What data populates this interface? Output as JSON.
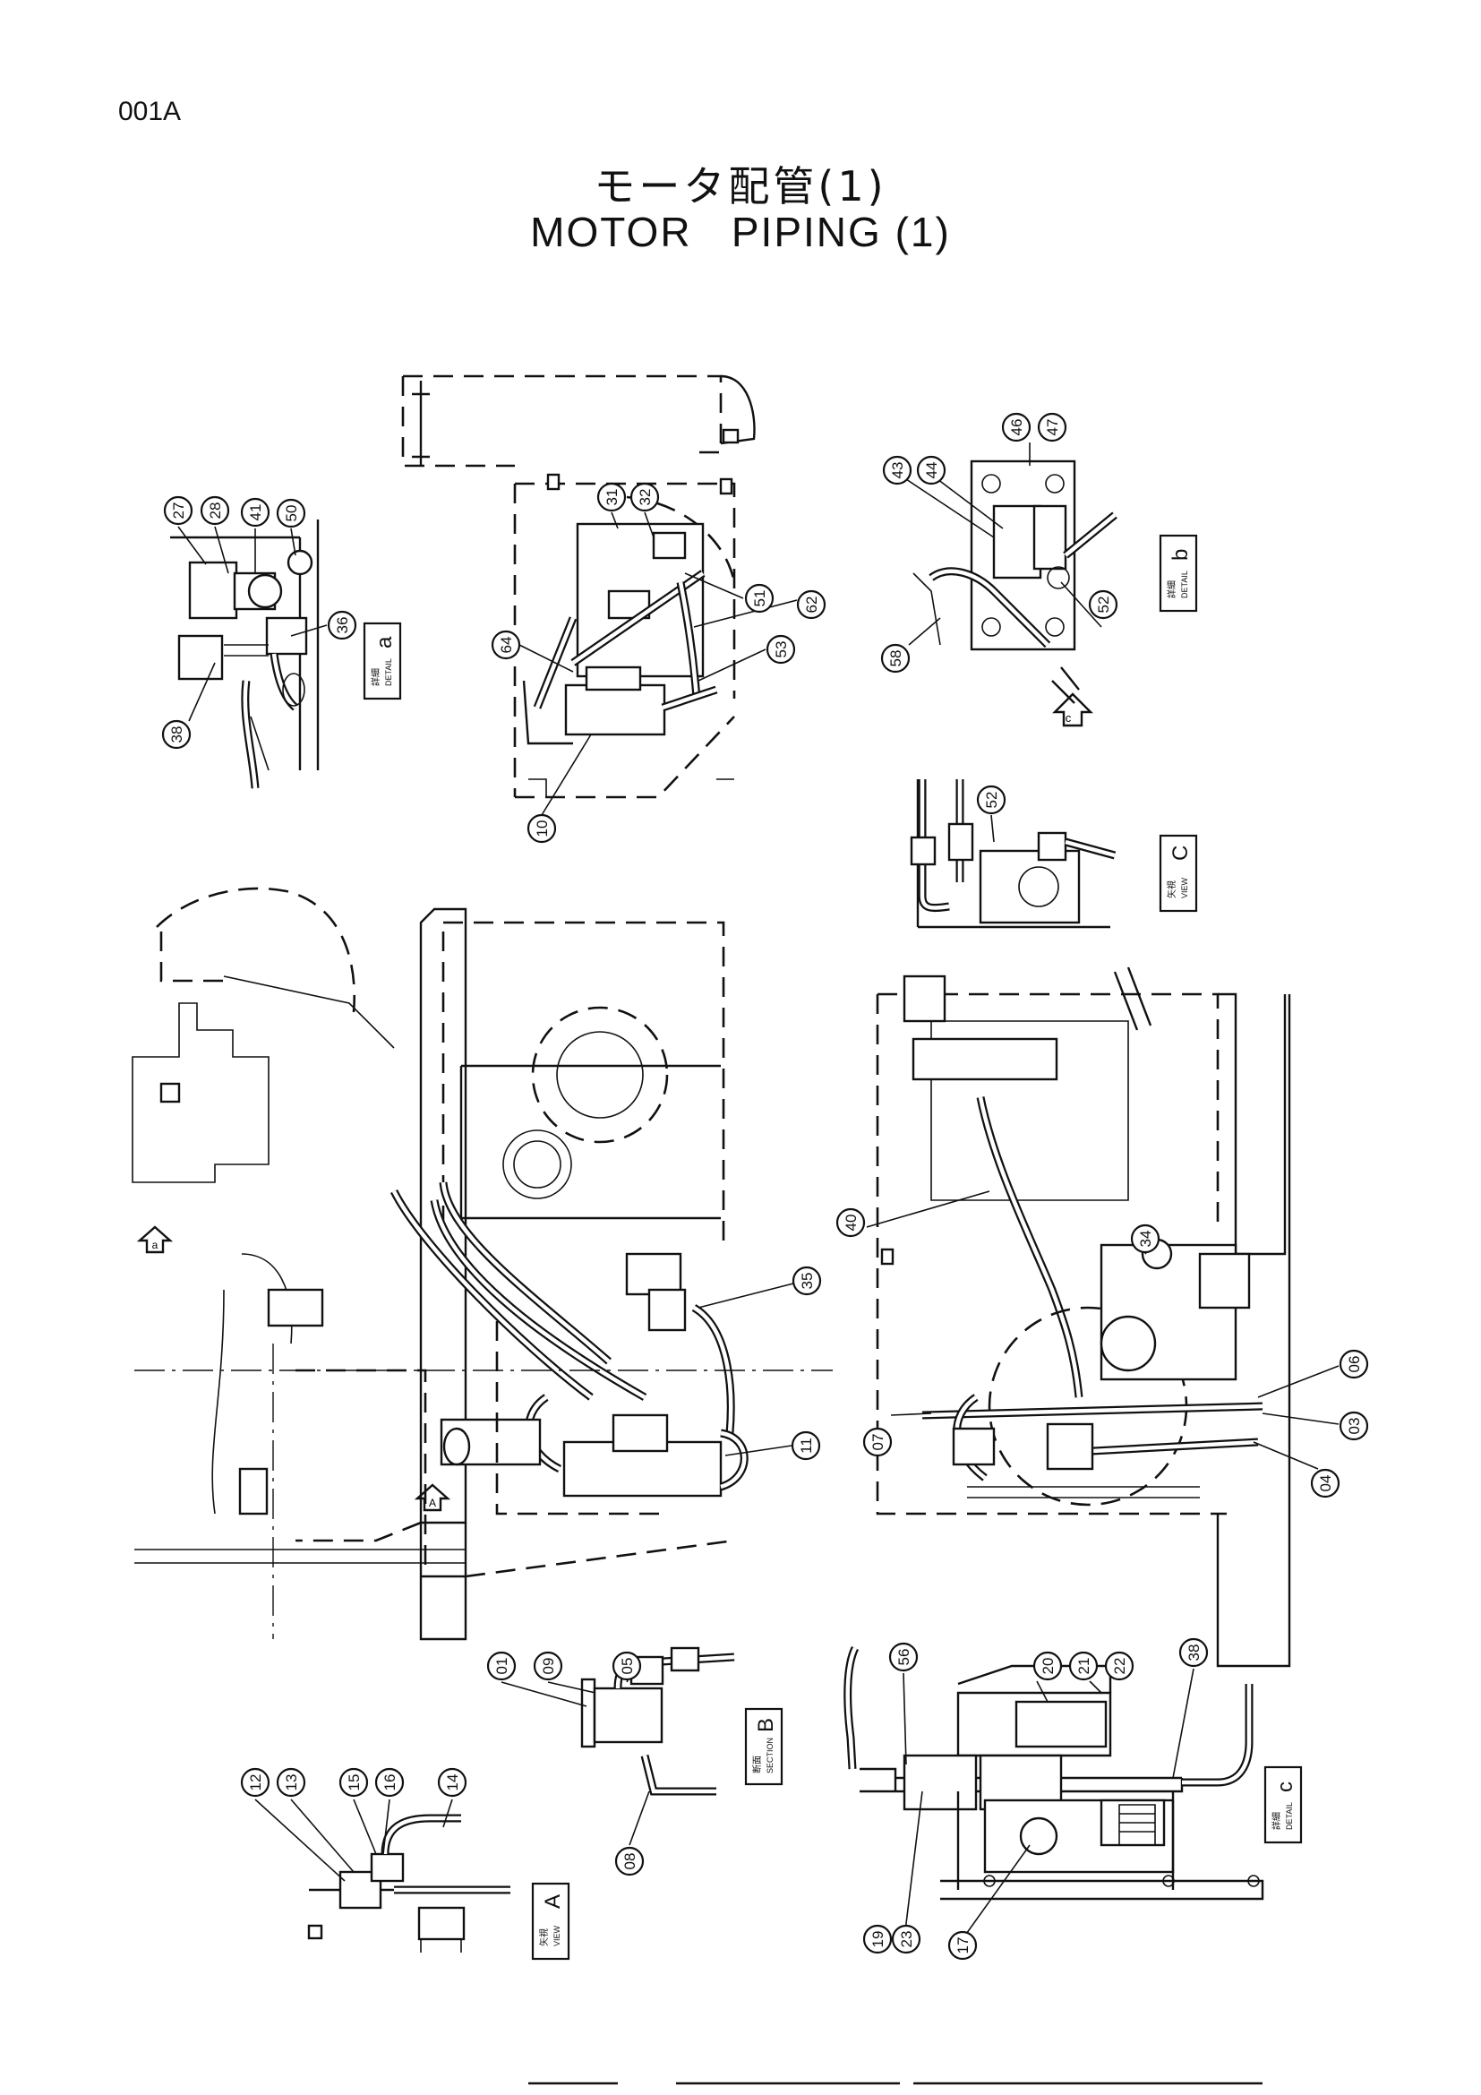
{
  "page": {
    "code": "001A",
    "title_jp": "モータ配管(1)",
    "title_en": "MOTOR   PIPING (1)"
  },
  "views": {
    "detail_a": {
      "jp": "詳細",
      "en": "DETAIL",
      "letter": "a"
    },
    "detail_b": {
      "jp": "詳細",
      "en": "DETAIL",
      "letter": "b"
    },
    "view_c": {
      "jp": "矢視",
      "en": "VIEW",
      "letter": "C"
    },
    "section_b": {
      "jp": "断面",
      "en": "SECTION",
      "letter": "B"
    },
    "view_a": {
      "jp": "矢視",
      "en": "VIEW",
      "letter": "A"
    },
    "detail_c": {
      "jp": "詳細",
      "en": "DETAIL",
      "letter": "c"
    }
  },
  "view_arrows": {
    "c": "c",
    "a": "a",
    "A": "A"
  },
  "callouts": [
    "27",
    "28",
    "41",
    "50",
    "36",
    "38",
    "31",
    "32",
    "51",
    "62",
    "53",
    "64",
    "10",
    "43",
    "44",
    "46",
    "47",
    "52",
    "58",
    "52",
    "40",
    "34",
    "06",
    "03",
    "04",
    "07",
    "35",
    "11",
    "01",
    "09",
    "05",
    "08",
    "12",
    "13",
    "15",
    "16",
    "14",
    "20",
    "21",
    "22",
    "56",
    "38",
    "19",
    "23",
    "17"
  ]
}
